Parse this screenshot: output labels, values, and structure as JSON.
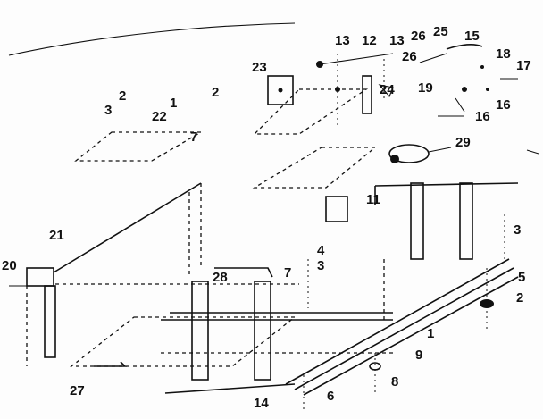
{
  "diagram": {
    "labels": [
      "13",
      "12",
      "13",
      "26",
      "25",
      "15",
      "23",
      "24",
      "26",
      "19",
      "18",
      "17",
      "16",
      "16",
      "2",
      "3",
      "22",
      "1",
      "2",
      "7",
      "29",
      "11",
      "21",
      "4",
      "3",
      "20",
      "28",
      "7",
      "3",
      "5",
      "2",
      "1",
      "9",
      "27",
      "14",
      "6",
      "8"
    ]
  }
}
